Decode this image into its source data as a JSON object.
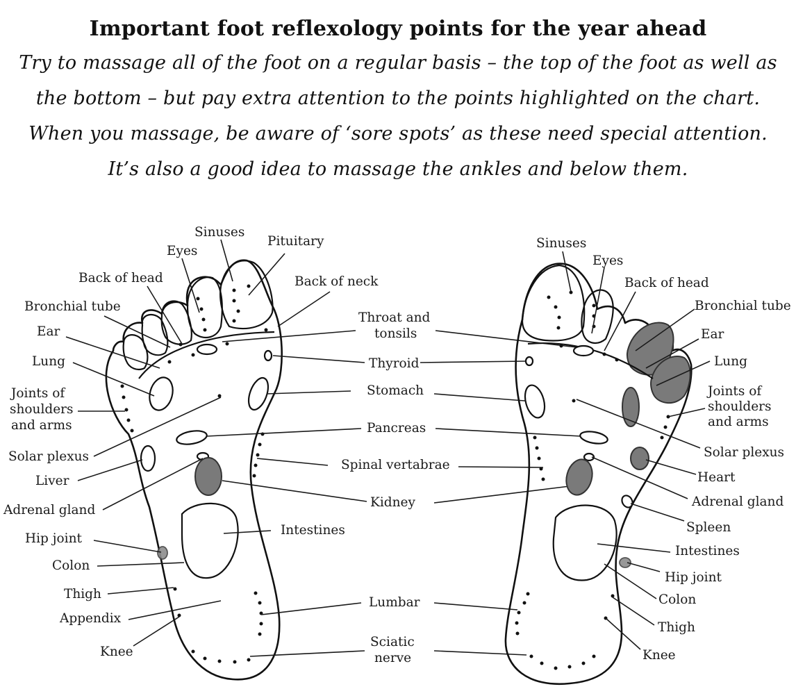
{
  "title": "Important foot reflexology points for the year ahead",
  "intro": [
    "Try to massage all of the foot on a regular basis – the top of the foot as well as",
    "the bottom – but pay extra attention to the points highlighted on the chart.",
    "When you massage, be aware of ‘sore spots’ as these need special attention.",
    "It’s also a good idea to massage the ankles and below them."
  ],
  "left_foot_labels": {
    "sinuses": "Sinuses",
    "pituitary": "Pituitary",
    "eyes": "Eyes",
    "back_of_head": "Back of head",
    "back_of_neck": "Back of neck",
    "bronchial_tube": "Bronchial tube",
    "ear": "Ear",
    "lung": "Lung",
    "joints": [
      "Joints of",
      "shoulders",
      "and arms"
    ],
    "solar_plexus": "Solar plexus",
    "liver": "Liver",
    "adrenal_gland": "Adrenal gland",
    "hip_joint": "Hip joint",
    "colon": "Colon",
    "thigh": "Thigh",
    "appendix": "Appendix",
    "knee": "Knee",
    "intestines": "Intestines"
  },
  "center_labels": {
    "throat_and_tonsils": [
      "Throat and",
      "tonsils"
    ],
    "thyroid": "Thyroid",
    "stomach": "Stomach",
    "pancreas": "Pancreas",
    "spinal_vertabrae": "Spinal vertabrae",
    "kidney": "Kidney",
    "lumbar": "Lumbar",
    "sciatic_nerve": [
      "Sciatic",
      "nerve"
    ]
  },
  "right_foot_labels": {
    "sinuses": "Sinuses",
    "eyes": "Eyes",
    "back_of_head": "Back of head",
    "bronchial_tube": "Bronchial tube",
    "ear": "Ear",
    "lung": "Lung",
    "joints": [
      "Joints of",
      "shoulders",
      "and arms"
    ],
    "solar_plexus": "Solar plexus",
    "heart": "Heart",
    "adrenal_gland": "Adrenal gland",
    "spleen": "Spleen",
    "intestines": "Intestines",
    "hip_joint": "Hip joint",
    "colon": "Colon",
    "thigh": "Thigh",
    "knee": "Knee"
  },
  "colors": {
    "ink": "#111111",
    "highlight": "#7a7a7a",
    "background": "#ffffff"
  }
}
